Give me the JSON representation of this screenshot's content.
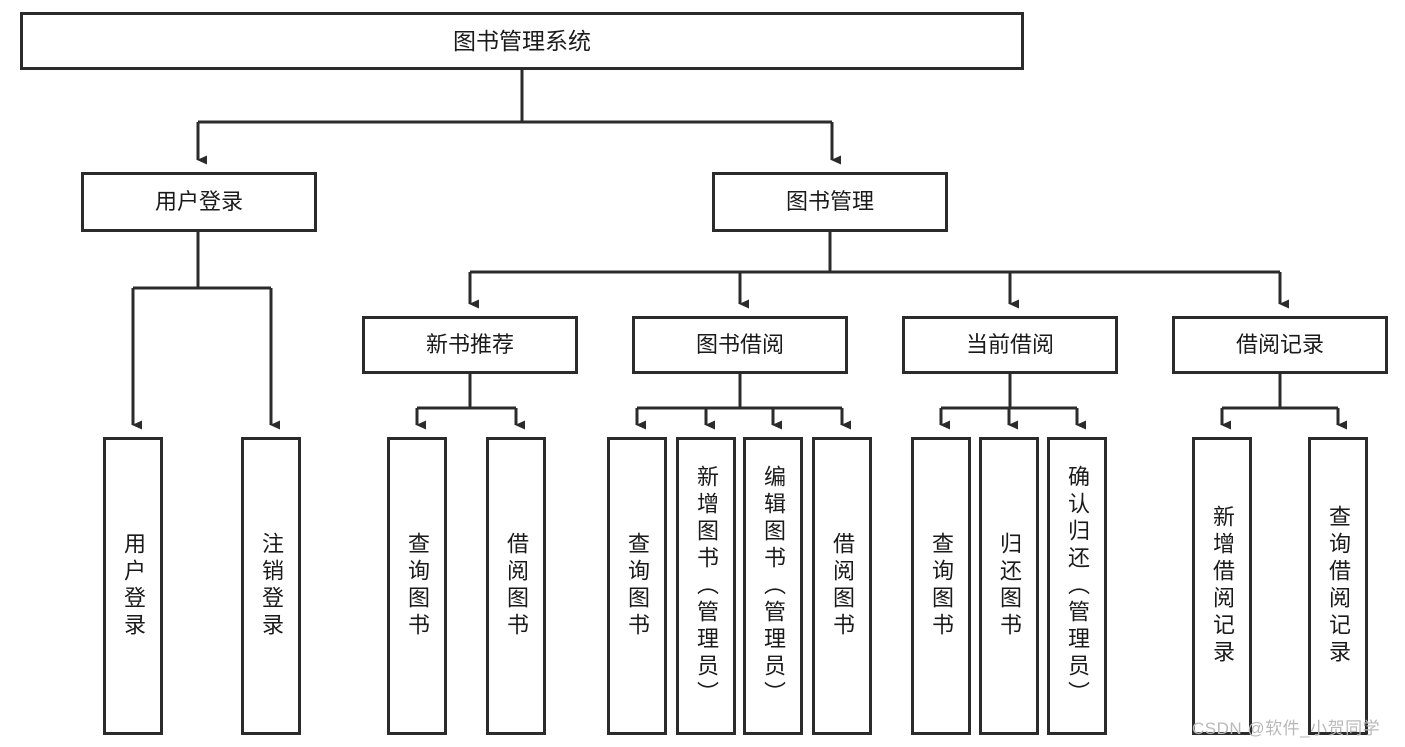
{
  "diagram": {
    "type": "tree",
    "title": "图书管理系统",
    "root": {
      "id": "root",
      "label": "图书管理系统"
    },
    "level2": [
      {
        "id": "user-login",
        "label": "用户登录"
      },
      {
        "id": "book-manage",
        "label": "图书管理"
      }
    ],
    "level3": [
      {
        "id": "new-book-rec",
        "label": "新书推荐",
        "parent": "book-manage"
      },
      {
        "id": "book-borrow",
        "label": "图书借阅",
        "parent": "book-manage"
      },
      {
        "id": "current-borrow",
        "label": "当前借阅",
        "parent": "book-manage"
      },
      {
        "id": "borrow-record",
        "label": "借阅记录",
        "parent": "book-manage"
      }
    ],
    "leaves": [
      {
        "id": "leaf-user-login",
        "label": "用户登录",
        "parent": "user-login"
      },
      {
        "id": "leaf-logout",
        "label": "注销登录",
        "parent": "user-login"
      },
      {
        "id": "leaf-query-book-1",
        "label": "查询图书",
        "parent": "new-book-rec"
      },
      {
        "id": "leaf-borrow-book-1",
        "label": "借阅图书",
        "parent": "new-book-rec"
      },
      {
        "id": "leaf-query-book-2",
        "label": "查询图书",
        "parent": "book-borrow"
      },
      {
        "id": "leaf-add-book",
        "label": "新增图书（管理员）",
        "parent": "book-borrow"
      },
      {
        "id": "leaf-edit-book",
        "label": "编辑图书（管理员）",
        "parent": "book-borrow"
      },
      {
        "id": "leaf-borrow-book-2",
        "label": "借阅图书",
        "parent": "book-borrow"
      },
      {
        "id": "leaf-query-book-3",
        "label": "查询图书",
        "parent": "current-borrow"
      },
      {
        "id": "leaf-return-book",
        "label": "归还图书",
        "parent": "current-borrow"
      },
      {
        "id": "leaf-confirm-return",
        "label": "确认归还（管理员）",
        "parent": "current-borrow"
      },
      {
        "id": "leaf-add-record",
        "label": "新增借阅记录",
        "parent": "borrow-record"
      },
      {
        "id": "leaf-query-record",
        "label": "查询借阅记录",
        "parent": "borrow-record"
      }
    ],
    "colors": {
      "border": "#2b2b2b",
      "text": "#1a1a1a",
      "background": "#ffffff",
      "connector": "#2b2b2b",
      "watermark": "#b9b9b9"
    }
  },
  "watermark": {
    "text": "CSDN @软件_小贺同学"
  }
}
